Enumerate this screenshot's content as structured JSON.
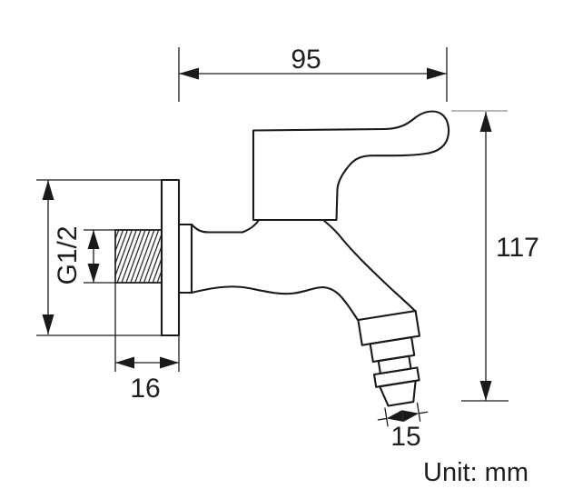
{
  "drawing": {
    "unit_note": "Unit: mm",
    "dimensions": {
      "width_top": {
        "label": "95"
      },
      "height_right": {
        "label": "117"
      },
      "thread_size": {
        "label": "G1/2"
      },
      "wall_depth_bottom": {
        "label": "16"
      },
      "outlet_width": {
        "label": "15"
      }
    },
    "colors": {
      "line": "#1a1a1a",
      "light_line": "#8f8f8f",
      "background": "#ffffff"
    }
  }
}
